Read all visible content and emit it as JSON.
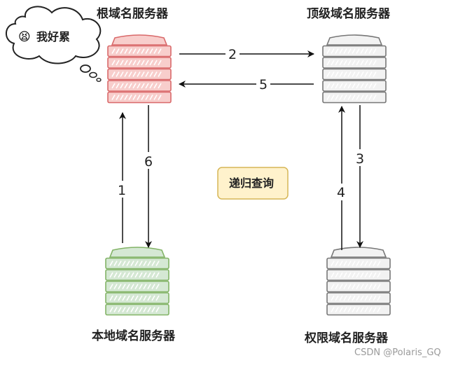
{
  "nodes": {
    "root": {
      "label": "根域名服务器",
      "color": "red"
    },
    "tld": {
      "label": "顶级域名服务器",
      "color": "gray"
    },
    "local": {
      "label": "本地域名服务器",
      "color": "green"
    },
    "auth": {
      "label": "权限域名服务器",
      "color": "gray"
    }
  },
  "edges": {
    "e1": "1",
    "e2": "2",
    "e3": "3",
    "e4": "4",
    "e5": "5",
    "e6": "6"
  },
  "thought_bubble": {
    "text": "我好累",
    "emoji": "😫"
  },
  "note": {
    "text": "递归查询"
  },
  "watermark": {
    "text": "CSDN @Polaris_GQ"
  },
  "colors": {
    "red_fill": "#f8cecc",
    "red_stroke": "#d9696a",
    "gray_fill": "#f2f2f2",
    "gray_stroke": "#777777",
    "green_fill": "#d5e8d4",
    "green_stroke": "#82b366",
    "note_fill": "#fff2cc",
    "note_stroke": "#d6b656"
  }
}
